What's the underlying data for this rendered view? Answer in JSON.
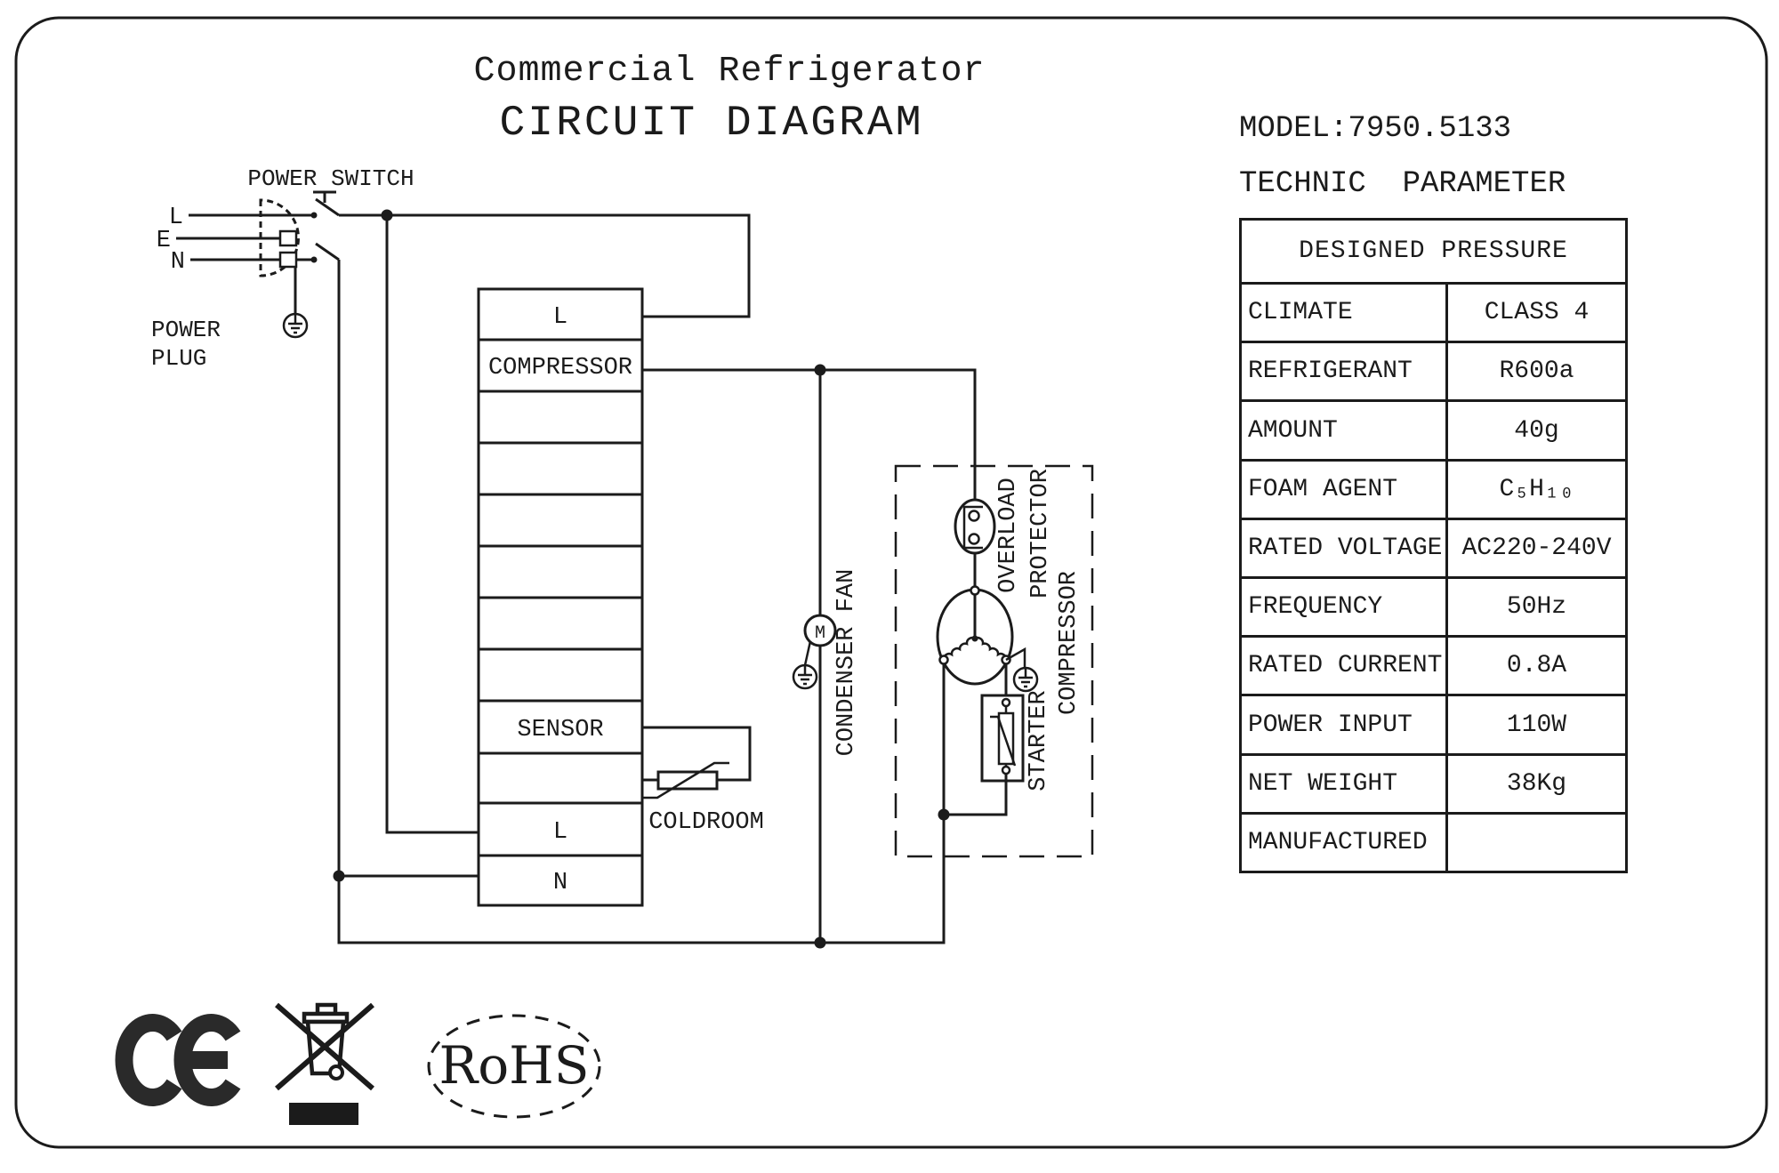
{
  "page": {
    "paper_color": "#ffffff",
    "ink_color": "#1b1b1b"
  },
  "title": {
    "line1": "Commercial Refrigerator",
    "line2": "CIRCUIT DIAGRAM"
  },
  "spec": {
    "model": "MODEL:7950.5133",
    "heading": "TECHNIC  PARAMETER"
  },
  "table": {
    "header": "DESIGNED PRESSURE",
    "rows": [
      {
        "label": "CLIMATE",
        "value": "CLASS 4"
      },
      {
        "label": "REFRIGERANT",
        "value": "R600a"
      },
      {
        "label": "AMOUNT",
        "value": "40g"
      },
      {
        "label": "FOAM AGENT",
        "value": "C₅H₁₀"
      },
      {
        "label": "RATED VOLTAGE",
        "value": "AC220-240V"
      },
      {
        "label": "FREQUENCY",
        "value": "50Hz"
      },
      {
        "label": "RATED CURRENT",
        "value": "0.8A"
      },
      {
        "label": "POWER INPUT",
        "value": "110W"
      },
      {
        "label": "NET WEIGHT",
        "value": "38Kg"
      },
      {
        "label": "MANUFACTURED",
        "value": ""
      }
    ]
  },
  "schematic": {
    "power_switch_label": "POWER SWITCH",
    "plug_label_line1": "POWER",
    "plug_label_line2": "PLUG",
    "pin_l": "L",
    "pin_e": "E",
    "pin_n": "N",
    "terminal_rows": [
      "L",
      "COMPRESSOR",
      "",
      "",
      "",
      "",
      "",
      "",
      "SENSOR",
      "",
      "L",
      "N"
    ],
    "coldroom_label": "COLDROOM",
    "condenser_fan_label": "CONDENSER FAN",
    "motor_letter": "M",
    "overload_label_line1": "OVERLOAD",
    "overload_label_line2": "PROTECTOR",
    "starter_label": "STARTER",
    "compressor_label": "COMPRESSOR"
  },
  "marks": {
    "rohs": "RoHS"
  }
}
